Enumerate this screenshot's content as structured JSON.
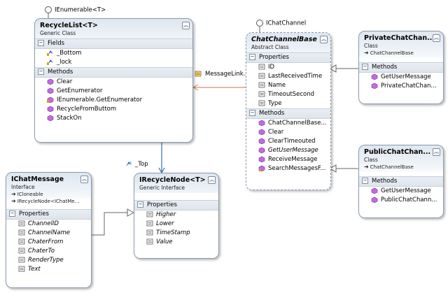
{
  "classes": {
    "recyclelist": {
      "title": "RecycleList<T>",
      "kind": "Generic Class",
      "sections": {
        "fields": "Fields",
        "methods": "Methods"
      },
      "fields": [
        "_Bottom",
        "_lock"
      ],
      "methods": [
        "Clear",
        "GetEnumerator",
        "IEnumerable.GetEnumerator",
        "RecycleFromButtom",
        "StackOn"
      ]
    },
    "chatchannelbase": {
      "title": "ChatChannelBase",
      "kind": "Abstract Class",
      "sections": {
        "properties": "Properties",
        "methods": "Methods"
      },
      "properties": [
        "ID",
        "LastReceivedTime",
        "Name",
        "TimeoutSecond",
        "Type"
      ],
      "methods": [
        "ChatChannelBase...",
        "Clear",
        "ClearTimeouted",
        "GetUserMessage",
        "ReceiveMessage",
        "SearchMessagesF..."
      ]
    },
    "privatechat": {
      "title": "PrivateChatChan...",
      "kind": "Class",
      "base": "ChatChannelBase",
      "sections": {
        "methods": "Methods"
      },
      "methods": [
        "GetUserMessage",
        "PrivateChatChan..."
      ]
    },
    "publicchat": {
      "title": "PublicChatChan...",
      "kind": "Class",
      "base": "ChatChannelBase",
      "sections": {
        "methods": "Methods"
      },
      "methods": [
        "GetUserMessage",
        "PublicChatChann..."
      ]
    },
    "ichatmessage": {
      "title": "IChatMessage",
      "kind": "Interface",
      "bases": [
        "ICloneable",
        "IRecycleNode<IChatMe..."
      ],
      "sections": {
        "properties": "Properties"
      },
      "properties": [
        "ChannelID",
        "ChannelName",
        "ChaterFrom",
        "ChaterTo",
        "RenderType",
        "Text"
      ]
    },
    "irecyclenode": {
      "title": "IRecycleNode<T>",
      "kind": "Generic Interface",
      "sections": {
        "properties": "Properties"
      },
      "properties": [
        "Higher",
        "Lower",
        "TimeStamp",
        "Value"
      ]
    }
  },
  "lollipops": {
    "ienumerable": "IEnumerable<T>",
    "ichatchannel": "IChatChannel"
  },
  "associations": {
    "messagelink": "MessageLink...",
    "top": "_Top"
  },
  "colors": {
    "header": "#dfe6ef",
    "border": "#8a9bb0",
    "method": "#a43fbf",
    "field": "#2a63c8",
    "link": "#3a6ea5"
  }
}
